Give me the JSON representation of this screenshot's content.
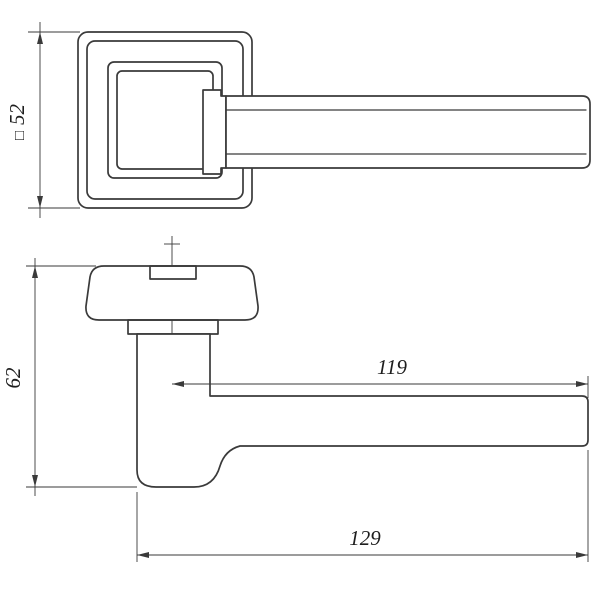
{
  "drawing": {
    "colors": {
      "line": "#3a3a3a",
      "background": "#ffffff",
      "text": "#1e1e1e"
    },
    "dimensions": {
      "rosette_square": {
        "symbol": "□",
        "value": "52"
      },
      "height": {
        "value": "62"
      },
      "inner_length": {
        "value": "119"
      },
      "outer_length": {
        "value": "129"
      }
    }
  }
}
